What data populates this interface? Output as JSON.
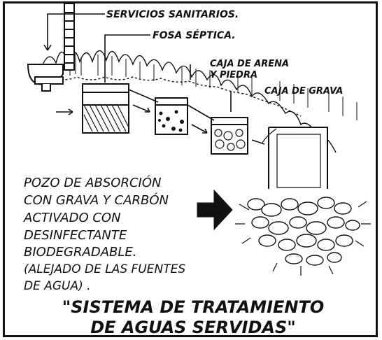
{
  "labels": {
    "servicios": "SERVICIOS SANITARIOS.",
    "fosa": "FOSA SÉPTICA.",
    "caja_arena_1": "CAJA DE ARENA",
    "caja_arena_2": "Y PIEDRA",
    "caja_grava": "CAJA DE GRAVA"
  },
  "description_lines": [
    "POZO DE ABSORCIÓN",
    "CON GRAVA Y CARBÓN",
    "ACTIVADO CON",
    "DESINFECTANTE",
    "BIODEGRADABLE.",
    "(ALEJADO DE LAS FUENTES",
    "DE AGUA) ."
  ],
  "title_lines": [
    "\"SISTEMA DE TRATAMIENTO",
    "DE AGUAS SERVIDAS\""
  ],
  "colors": {
    "ink": "#111111",
    "paper": "#ffffff"
  }
}
